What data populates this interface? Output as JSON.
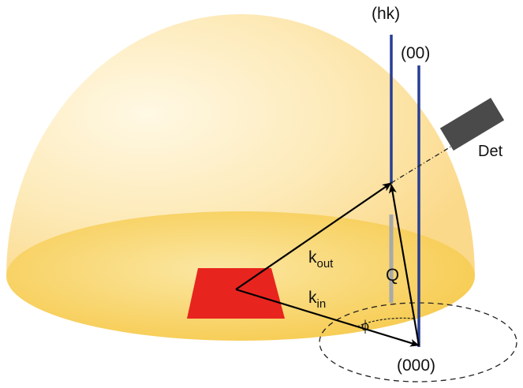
{
  "labels": {
    "rod_hk": "(hk)",
    "rod_00": "(00)",
    "origin": "(000)",
    "detector": "Det",
    "k_out_base": "k",
    "k_out_sub": "out",
    "k_in_base": "k",
    "k_in_sub": "in",
    "q": "Q",
    "phi": "ϕ"
  },
  "colors": {
    "dome_fill": "#fdeab0",
    "dome_base": "#f7cf52",
    "sample": "#e8241f",
    "rod": "#283e96",
    "rod_gray": "#a9a9a9",
    "arrow": "#000000",
    "detector": "#4a4a4a"
  }
}
